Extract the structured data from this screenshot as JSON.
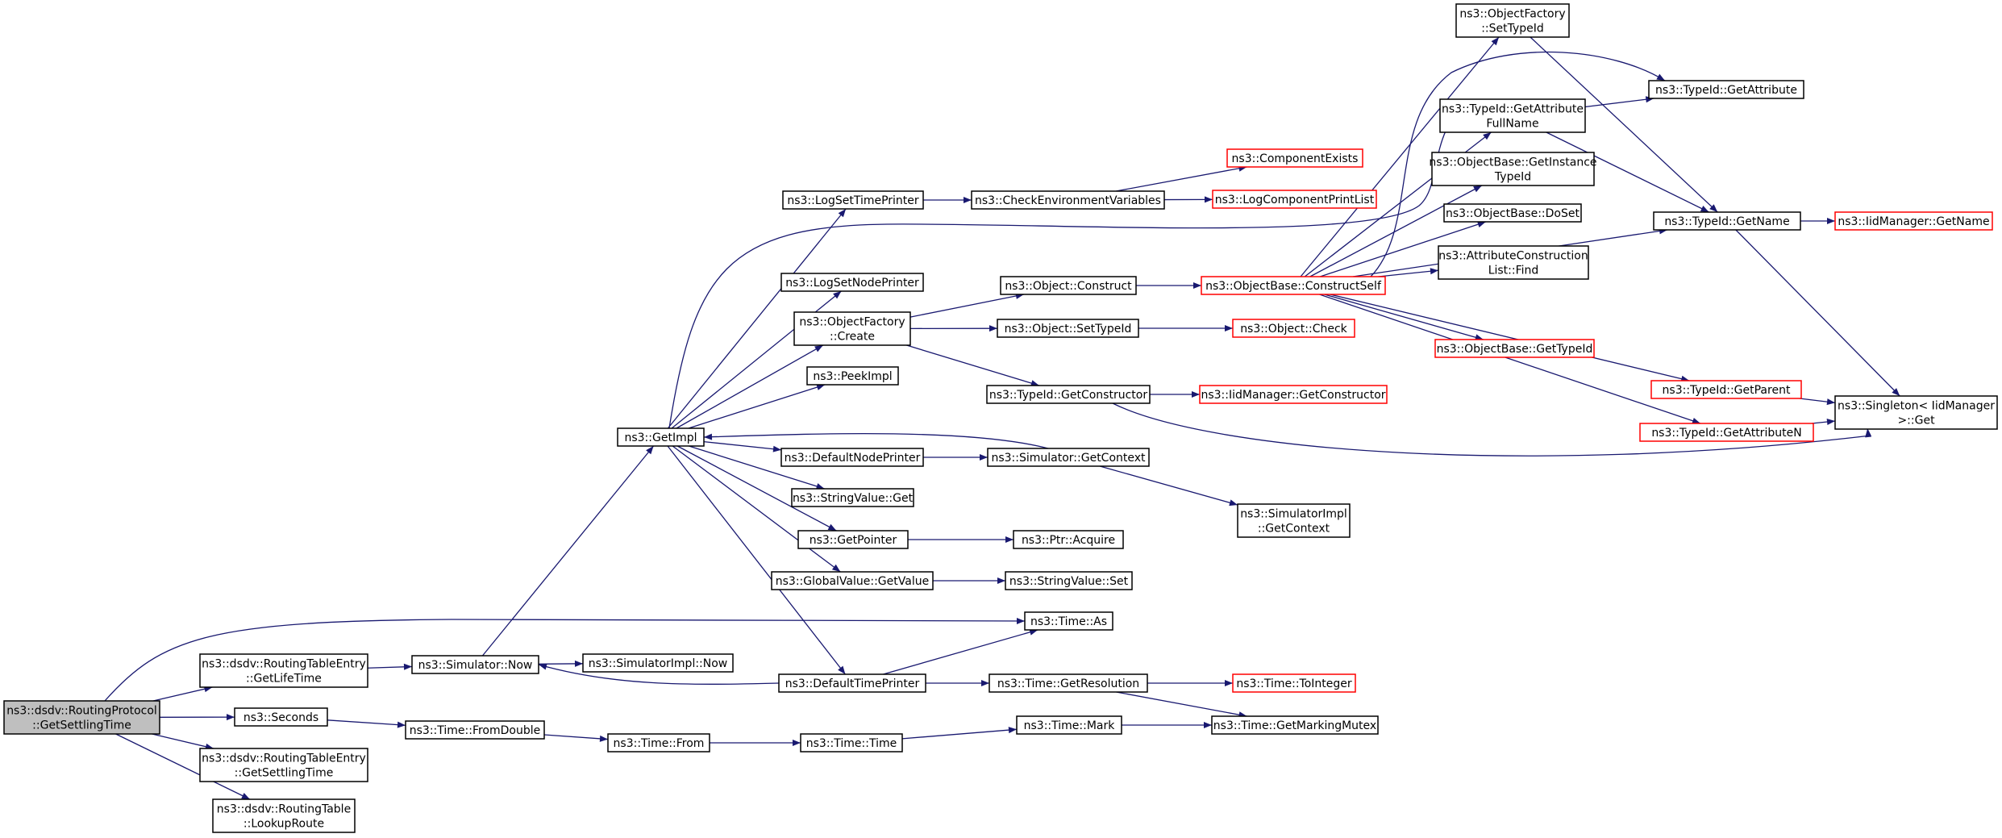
{
  "colors": {
    "edge": "#191970",
    "missing_border": "#ff0000",
    "root_fill": "#bfbfbf"
  },
  "nodes": {
    "root": [
      "ns3::dsdv::RoutingProtocol",
      "::GetSettlingTime"
    ],
    "lifetime": [
      "ns3::dsdv::RoutingTableEntry",
      "::GetLifeTime"
    ],
    "seconds": [
      "ns3::Seconds"
    ],
    "settling": [
      "ns3::dsdv::RoutingTableEntry",
      "::GetSettlingTime"
    ],
    "lookup": [
      "ns3::dsdv::RoutingTable",
      "::LookupRoute"
    ],
    "simnow": [
      "ns3::Simulator::Now"
    ],
    "fromdouble": [
      "ns3::Time::FromDouble"
    ],
    "getimpl": [
      "ns3::GetImpl"
    ],
    "simimplnow": [
      "ns3::SimulatorImpl::Now"
    ],
    "timefrom": [
      "ns3::Time::From"
    ],
    "logtime": [
      "ns3::LogSetTimePrinter"
    ],
    "lognode": [
      "ns3::LogSetNodePrinter"
    ],
    "ofcreate": [
      "ns3::ObjectFactory",
      "::Create"
    ],
    "peekimpl": [
      "ns3::PeekImpl"
    ],
    "defnode": [
      "ns3::DefaultNodePrinter"
    ],
    "strget": [
      "ns3::StringValue::Get"
    ],
    "getptr": [
      "ns3::GetPointer"
    ],
    "gvget": [
      "ns3::GlobalValue::GetValue"
    ],
    "deftime": [
      "ns3::DefaultTimePrinter"
    ],
    "timetime": [
      "ns3::Time::Time"
    ],
    "checkenv": [
      "ns3::CheckEnvironmentVariables"
    ],
    "objconstruct": [
      "ns3::Object::Construct"
    ],
    "objsettypeid": [
      "ns3::Object::SetTypeId"
    ],
    "getctor": [
      "ns3::TypeId::GetConstructor"
    ],
    "simctx": [
      "ns3::Simulator::GetContext"
    ],
    "ptracq": [
      "ns3::Ptr::Acquire"
    ],
    "strset": [
      "ns3::StringValue::Set"
    ],
    "timeas": [
      "ns3::Time::As"
    ],
    "getres": [
      "ns3::Time::GetResolution"
    ],
    "timemark": [
      "ns3::Time::Mark"
    ],
    "compexists": [
      "ns3::ComponentExists"
    ],
    "logprint": [
      "ns3::LogComponentPrintList"
    ],
    "construct": [
      "ns3::ObjectBase::ConstructSelf"
    ],
    "objcheck": [
      "ns3::Object::Check"
    ],
    "iidctor": [
      "ns3::IidManager::GetConstructor"
    ],
    "simimplctx": [
      "ns3::SimulatorImpl",
      "::GetContext"
    ],
    "tointeger": [
      "ns3::Time::ToInteger"
    ],
    "markmutex": [
      "ns3::Time::GetMarkingMutex"
    ],
    "ofsettypeid": [
      "ns3::ObjectFactory",
      "::SetTypeId"
    ],
    "attrfull": [
      "ns3::TypeId::GetAttribute",
      "FullName"
    ],
    "instid": [
      "ns3::ObjectBase::GetInstance",
      "TypeId"
    ],
    "doset": [
      "ns3::ObjectBase::DoSet"
    ],
    "attrfind": [
      "ns3::AttributeConstruction",
      "List::Find"
    ],
    "obgettypeid": [
      "ns3::ObjectBase::GetTypeId"
    ],
    "getparent": [
      "ns3::TypeId::GetParent"
    ],
    "getattrn": [
      "ns3::TypeId::GetAttributeN"
    ],
    "getattr": [
      "ns3::TypeId::GetAttribute"
    ],
    "getname": [
      "ns3::TypeId::GetName"
    ],
    "iidname": [
      "ns3::IidManager::GetName"
    ],
    "singleton": [
      "ns3::Singleton< IidManager",
      ">::Get"
    ]
  }
}
